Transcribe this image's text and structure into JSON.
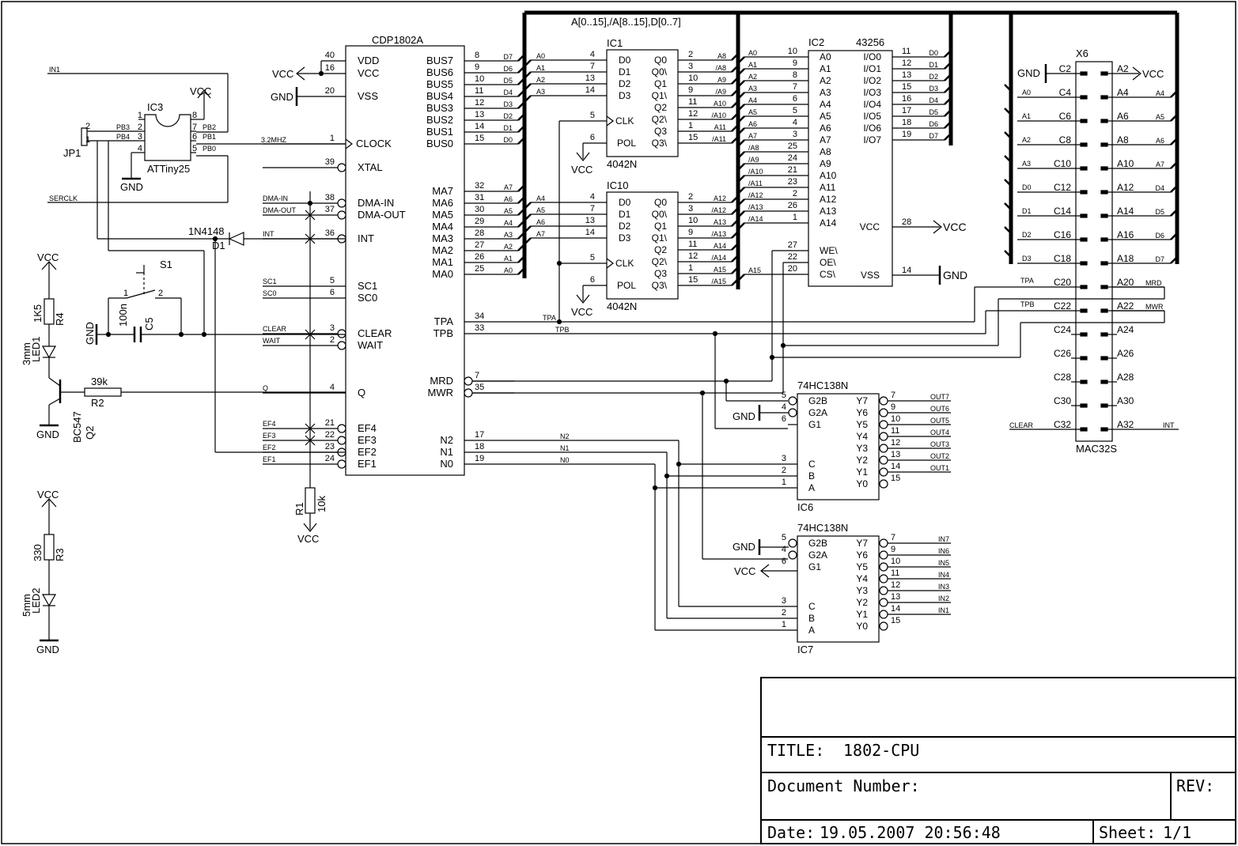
{
  "bus_label": "A[0..15],/A[8..15],D[0..7]",
  "titleblock": {
    "title_label": "TITLE:",
    "title_value": "1802-CPU",
    "doc_label": "Document Number:",
    "rev_label": "REV:",
    "date_label": "Date:",
    "date_value": "19.05.2007 20:56:48",
    "sheet_label": "Sheet:",
    "sheet_value": "1/1"
  },
  "cpu": {
    "name": "CDP1802A",
    "left_pins": [
      {
        "label": "VDD",
        "num": "40",
        "net": ""
      },
      {
        "label": "VCC",
        "num": "16",
        "net": ""
      },
      {
        "label": "VSS",
        "num": "20",
        "net": ""
      },
      {
        "label": "CLOCK",
        "num": "1",
        "net": "3.2MHZ"
      },
      {
        "label": "XTAL",
        "num": "39",
        "net": ""
      },
      {
        "label": "DMA-IN",
        "num": "38",
        "net": "DMA-IN"
      },
      {
        "label": "DMA-OUT",
        "num": "37",
        "net": "DMA-OUT"
      },
      {
        "label": "INT",
        "num": "36",
        "net": "INT"
      },
      {
        "label": "SC1",
        "num": "5",
        "net": "SC1"
      },
      {
        "label": "SC0",
        "num": "6",
        "net": "SC0"
      },
      {
        "label": "CLEAR",
        "num": "3",
        "net": "CLEAR"
      },
      {
        "label": "WAIT",
        "num": "2",
        "net": "WAIT"
      },
      {
        "label": "Q",
        "num": "4",
        "net": "Q"
      },
      {
        "label": "EF4",
        "num": "21",
        "net": "EF4"
      },
      {
        "label": "EF3",
        "num": "22",
        "net": "EF3"
      },
      {
        "label": "EF2",
        "num": "23",
        "net": "EF2"
      },
      {
        "label": "EF1",
        "num": "24",
        "net": "EF1"
      }
    ],
    "right_pins": [
      {
        "label": "BUS7",
        "num": "8",
        "net": "D7"
      },
      {
        "label": "BUS6",
        "num": "9",
        "net": "D6"
      },
      {
        "label": "BUS5",
        "num": "10",
        "net": "D5"
      },
      {
        "label": "BUS4",
        "num": "11",
        "net": "D4"
      },
      {
        "label": "BUS3",
        "num": "12",
        "net": "D3"
      },
      {
        "label": "BUS2",
        "num": "13",
        "net": "D2"
      },
      {
        "label": "BUS1",
        "num": "14",
        "net": "D1"
      },
      {
        "label": "BUS0",
        "num": "15",
        "net": "D0"
      },
      {
        "label": "MA7",
        "num": "32",
        "net": "A7"
      },
      {
        "label": "MA6",
        "num": "31",
        "net": "A6"
      },
      {
        "label": "MA5",
        "num": "30",
        "net": "A5"
      },
      {
        "label": "MA4",
        "num": "29",
        "net": "A4"
      },
      {
        "label": "MA3",
        "num": "28",
        "net": "A3"
      },
      {
        "label": "MA2",
        "num": "27",
        "net": "A2"
      },
      {
        "label": "MA1",
        "num": "26",
        "net": "A1"
      },
      {
        "label": "MA0",
        "num": "25",
        "net": "A0"
      },
      {
        "label": "TPA",
        "num": "34",
        "net": "TPA"
      },
      {
        "label": "TPB",
        "num": "33",
        "net": "TPB"
      },
      {
        "label": "MRD",
        "num": "7",
        "net": "MRD"
      },
      {
        "label": "MWR",
        "num": "35",
        "net": "MWR"
      },
      {
        "label": "N2",
        "num": "17",
        "net": "N2"
      },
      {
        "label": "N1",
        "num": "18",
        "net": "N1"
      },
      {
        "label": "N0",
        "num": "19",
        "net": "N0"
      }
    ]
  },
  "latches": [
    {
      "name": "IC1",
      "type": "4042N",
      "in_nets": [
        "A0",
        "A1",
        "A2",
        "A3"
      ],
      "out_nets": [
        "A8",
        "/A8",
        "A9",
        "/A9",
        "A10",
        "/A10",
        "A11",
        "/A11"
      ],
      "d_nums": [
        "4",
        "7",
        "13",
        "14"
      ],
      "q_nums": [
        "2",
        "3",
        "10",
        "9",
        "11",
        "12",
        "1",
        "15"
      ],
      "clk_num": "5",
      "pol_num": "6"
    },
    {
      "name": "IC10",
      "type": "4042N",
      "in_nets": [
        "A4",
        "A5",
        "A6",
        "A7"
      ],
      "out_nets": [
        "A12",
        "/A12",
        "A13",
        "/A13",
        "A14",
        "/A14",
        "A15",
        "/A15"
      ],
      "d_nums": [
        "4",
        "7",
        "13",
        "14"
      ],
      "q_nums": [
        "2",
        "3",
        "10",
        "9",
        "11",
        "12",
        "1",
        "15"
      ],
      "clk_num": "5",
      "pol_num": "6"
    }
  ],
  "latch_pins_left": [
    "D0",
    "D1",
    "D2",
    "D3"
  ],
  "latch_pins_right": [
    "Q0",
    "Q0\\",
    "Q1",
    "Q1\\",
    "Q2",
    "Q2\\",
    "Q3",
    "Q3\\"
  ],
  "latch_clk": "CLK",
  "latch_pol": "POL",
  "ram": {
    "name": "IC2",
    "type": "43256",
    "addr_pins": [
      "A0",
      "A1",
      "A2",
      "A3",
      "A4",
      "A5",
      "A6",
      "A7",
      "A8",
      "A9",
      "A10",
      "A11",
      "A12",
      "A13",
      "A14"
    ],
    "addr_nums": [
      "10",
      "9",
      "8",
      "7",
      "6",
      "5",
      "4",
      "3",
      "25",
      "24",
      "21",
      "23",
      "2",
      "26",
      "1"
    ],
    "addr_nets": [
      "A0",
      "A1",
      "A2",
      "A3",
      "A4",
      "A5",
      "A6",
      "A7",
      "/A8",
      "/A9",
      "/A10",
      "/A11",
      "/A12",
      "/A13",
      "/A14"
    ],
    "io_pins": [
      "I/O0",
      "I/O1",
      "I/O2",
      "I/O3",
      "I/O4",
      "I/O5",
      "I/O6",
      "I/O7"
    ],
    "io_nums": [
      "11",
      "12",
      "13",
      "15",
      "16",
      "17",
      "18",
      "19"
    ],
    "io_nets": [
      "D0",
      "D1",
      "D2",
      "D3",
      "D4",
      "D5",
      "D6",
      "D7"
    ],
    "ctrl_pins": [
      "WE\\",
      "OE\\",
      "CS\\"
    ],
    "ctrl_nums": [
      "27",
      "22",
      "20"
    ],
    "vcc_label": "VCC",
    "vcc_num": "28",
    "vss_label": "VSS",
    "vss_num": "14",
    "cs_net": "A15"
  },
  "connector": {
    "name": "X6",
    "type": "MAC32S",
    "left": [
      {
        "pin": "C2",
        "net": "GND"
      },
      {
        "pin": "C4",
        "net": "A0"
      },
      {
        "pin": "C6",
        "net": "A1"
      },
      {
        "pin": "C8",
        "net": "A2"
      },
      {
        "pin": "C10",
        "net": "A3"
      },
      {
        "pin": "C12",
        "net": "D0"
      },
      {
        "pin": "C14",
        "net": "D1"
      },
      {
        "pin": "C16",
        "net": "D2"
      },
      {
        "pin": "C18",
        "net": "D3"
      },
      {
        "pin": "C20",
        "net": "TPA"
      },
      {
        "pin": "C22",
        "net": "TPB"
      },
      {
        "pin": "C24",
        "net": ""
      },
      {
        "pin": "C26",
        "net": ""
      },
      {
        "pin": "C28",
        "net": ""
      },
      {
        "pin": "C30",
        "net": ""
      },
      {
        "pin": "C32",
        "net": "CLEAR"
      }
    ],
    "right": [
      {
        "pin": "A2",
        "net": "VCC"
      },
      {
        "pin": "A4",
        "net": "A4"
      },
      {
        "pin": "A6",
        "net": "A5"
      },
      {
        "pin": "A8",
        "net": "A6"
      },
      {
        "pin": "A10",
        "net": "A7"
      },
      {
        "pin": "A12",
        "net": "D4"
      },
      {
        "pin": "A14",
        "net": "D5"
      },
      {
        "pin": "A16",
        "net": "D6"
      },
      {
        "pin": "A18",
        "net": "D7"
      },
      {
        "pin": "A20",
        "net": "MRD"
      },
      {
        "pin": "A22",
        "net": "MWR"
      },
      {
        "pin": "A24",
        "net": ""
      },
      {
        "pin": "A26",
        "net": ""
      },
      {
        "pin": "A28",
        "net": ""
      },
      {
        "pin": "A30",
        "net": ""
      },
      {
        "pin": "A32",
        "net": "INT"
      }
    ]
  },
  "decoders": [
    {
      "name": "IC6",
      "type": "74HC138N",
      "in_pins": [
        "G2B",
        "G2A",
        "G1",
        "C",
        "B",
        "A"
      ],
      "in_nums": [
        "5",
        "4",
        "6",
        "3",
        "2",
        "1"
      ],
      "out_pins": [
        "Y7",
        "Y6",
        "Y5",
        "Y4",
        "Y3",
        "Y2",
        "Y1",
        "Y0"
      ],
      "out_nums": [
        "7",
        "9",
        "10",
        "11",
        "12",
        "13",
        "14",
        "15"
      ],
      "out_nets": [
        "OUT7",
        "OUT6",
        "OUT5",
        "OUT4",
        "OUT3",
        "OUT2",
        "OUT1",
        ""
      ],
      "gnd": "GND"
    },
    {
      "name": "IC7",
      "type": "74HC138N",
      "in_pins": [
        "G2B",
        "G2A",
        "G1",
        "C",
        "B",
        "A"
      ],
      "in_nums": [
        "5",
        "4",
        "6",
        "3",
        "2",
        "1"
      ],
      "out_pins": [
        "Y7",
        "Y6",
        "Y5",
        "Y4",
        "Y3",
        "Y2",
        "Y1",
        "Y0"
      ],
      "out_nums": [
        "7",
        "9",
        "10",
        "11",
        "12",
        "13",
        "14",
        "15"
      ],
      "out_nets": [
        "IN7",
        "IN6",
        "IN5",
        "IN4",
        "IN3",
        "IN2",
        "IN1",
        ""
      ],
      "gnd": "GND",
      "vcc": "VCC"
    }
  ],
  "attiny": {
    "name": "IC3",
    "type": "ATTiny25",
    "left_nums": [
      "1",
      "2",
      "3",
      "4"
    ],
    "left_nets": [
      "",
      "PB3",
      "PB4",
      ""
    ],
    "right_nums": [
      "8",
      "7",
      "6",
      "5"
    ],
    "right_nets": [
      "",
      "PB2",
      "PB1",
      "PB0"
    ],
    "vcc": "VCC",
    "gnd": "GND"
  },
  "nets_misc": {
    "in1": "IN1",
    "serclk": "SERCLK",
    "jp1": "JP1",
    "jp_pin2": "2",
    "jp_pin1": "1"
  },
  "parts": {
    "d1_type": "1N4148",
    "d1_name": "D1",
    "s1": "S1",
    "s1_pin1": "1",
    "s1_pin2": "2",
    "c5": "C5",
    "c5_val": "100n",
    "r4": "R4",
    "r4_val": "1K5",
    "led1": "LED1",
    "led1_val": "3mm",
    "r2": "R2",
    "r2_val": "39k",
    "q2": "Q2",
    "q2_type": "BC547",
    "r3": "R3",
    "r3_val": "330",
    "led2": "LED2",
    "led2_val": "5mm",
    "r1": "R1",
    "r1_val": "10k"
  },
  "power": {
    "vcc": "VCC",
    "gnd": "GND"
  }
}
